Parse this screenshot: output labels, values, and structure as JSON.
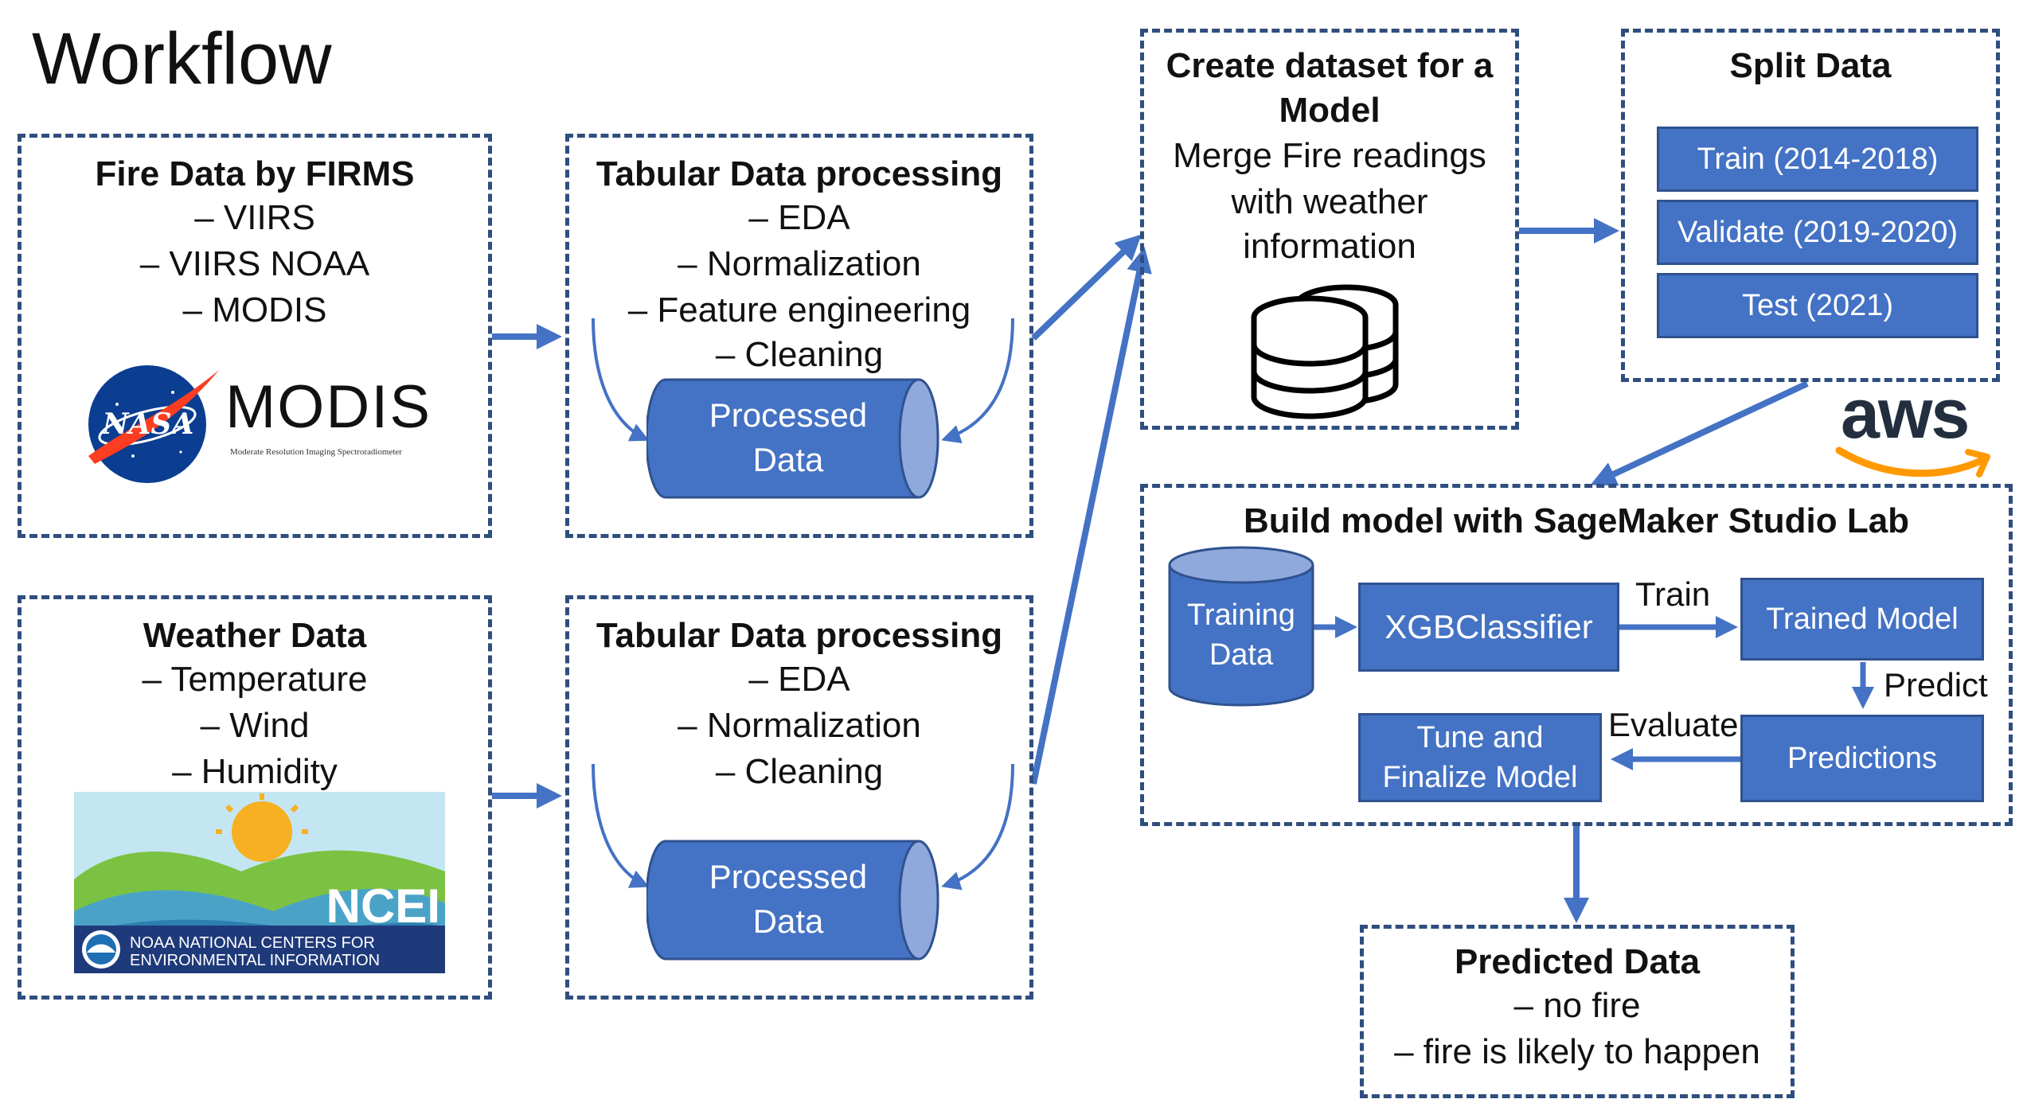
{
  "page_title": "Workflow",
  "fire_data": {
    "title": "Fire Data by FIRMS",
    "items": [
      "– VIIRS",
      "– VIIRS NOAA",
      "– MODIS"
    ],
    "logo": {
      "nasa_text": "NASA",
      "modis_text": "MODIS",
      "modis_sub": "Moderate Resolution Imaging Spectroradiometer"
    }
  },
  "weather_data": {
    "title": "Weather Data",
    "items": [
      "– Temperature",
      "– Wind",
      "– Humidity"
    ],
    "logo": {
      "ncei_text": "NCEI",
      "line1": "NOAA NATIONAL CENTERS FOR",
      "line2": "ENVIRONMENTAL INFORMATION"
    }
  },
  "tabular_top": {
    "title": "Tabular Data processing",
    "items": [
      "– EDA",
      "– Normalization",
      "– Feature engineering",
      "– Cleaning"
    ],
    "cylinder": [
      "Processed",
      "Data"
    ]
  },
  "tabular_bottom": {
    "title": "Tabular Data processing",
    "items": [
      "– EDA",
      "– Normalization",
      "– Cleaning"
    ],
    "cylinder": [
      "Processed",
      "Data"
    ]
  },
  "create_dataset": {
    "title_lines": [
      "Create dataset for a",
      "Model"
    ],
    "body_lines": [
      "Merge Fire readings",
      "with weather",
      "information"
    ]
  },
  "split_data": {
    "title": "Split Data",
    "items": [
      "Train (2014-2018)",
      "Validate (2019-2020)",
      "Test (2021)"
    ]
  },
  "aws_logo": "aws",
  "build_model": {
    "title": "Build model with SageMaker Studio Lab",
    "training_data": [
      "Training",
      "Data"
    ],
    "xgb": "XGBClassifier",
    "trained_model": "Trained Model",
    "predictions": "Predictions",
    "tune": [
      "Tune and",
      "Finalize Model"
    ],
    "labels": {
      "train": "Train",
      "predict": "Predict",
      "evaluate": "Evaluate"
    }
  },
  "predicted_data": {
    "title": "Predicted Data",
    "items": [
      "– no fire",
      "– fire is likely to happen"
    ]
  },
  "colors": {
    "accent": "#4472c4",
    "border": "#2f4e7f",
    "aws_orange": "#ff9900",
    "ncei_navy": "#1f3a7a"
  }
}
